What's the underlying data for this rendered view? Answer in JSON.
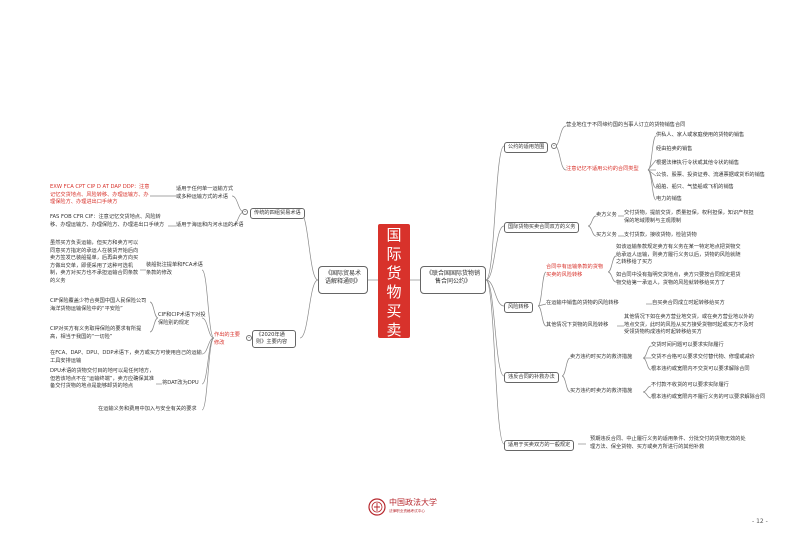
{
  "center": {
    "chars": [
      "国",
      "际",
      "货",
      "物",
      "买",
      "卖"
    ]
  },
  "cisg": {
    "root": "《联合国国际货物销售合同公约》",
    "scope": {
      "label": "公约的适用范围",
      "basis": "营业地位于不同缔约国的当事人订立的货物销售合同",
      "excluded_label": "注意记忆不适用公约的合同类型",
      "excluded": [
        "供私人、家人或家庭使用的货物的销售",
        "经由拍卖的销售",
        "根据法律执行令状或其他令状的销售",
        "公债、股票、投资证券、流通票据或货币的销售",
        "船舶、船只、气垫船或飞机的销售",
        "电力的销售"
      ]
    },
    "obligations": {
      "label": "国际货物买卖合同双方的义务",
      "seller_label": "卖方义务",
      "seller_text": "交付货物，提前交货，质量担保，权利担保，知识产权担保的地域限制与主观限制",
      "buyer_label": "买方义务",
      "buyer_text": "支付货款，接收货物，检验货物"
    },
    "risk": {
      "label": "风险转移",
      "transit_label": "合同中有运输条款的货物买卖的风险转移",
      "transit_1": "如该运输条款规定卖方有义务在某一特定地点把货物交给承运人运输，则卖方履行义务以后，货物的风险就随之转移给了买方",
      "transit_2": "如合同中没有指明交货地点，卖方只要按合同规定把货物交给第一承运人，货物的风险就转移给买方了",
      "in_transit_label": "在运输中销售的货物的风险转移",
      "in_transit_text": "自买卖合同成立时起转移给买方",
      "other_label": "其他情况下货物的风险转移",
      "other_text": "其他情况下如在卖方营业地交货，或在卖方营业地以外的地点交货，此时的风险从买方接受货物时起或买方不及时受领货物构成违约时起转移给买方"
    },
    "remedies": {
      "label": "违反合同的补救办法",
      "seller_breach_label": "卖方违约时买方的救济措施",
      "seller_breach": [
        "交货时间问题可以要求实际履行",
        "交货不合格可以要求交付替代物、修理或减价",
        "根本违约或宽限内不交货可以要求解除合同"
      ],
      "buyer_breach_label": "买方违约时卖方的救济措施",
      "buyer_breach": [
        "不付款不收货的可以要求实际履行",
        "根本违约或宽限内不履行义务的可以要求解除合同"
      ]
    },
    "common": {
      "label": "适用于买卖双方的一般规定",
      "text": "预期违反合同、中止履行义务的适用条件、分批交付的货物无效的处理方法、保全货物、买方或卖方所进行的其他补救"
    }
  },
  "incoterms": {
    "root": "《国际贸易术语解释通则》",
    "groups": {
      "label": "传统的四组贸易术语",
      "any_mode_terms": "EXW FCA CPT CIP D  AT DAP DDP：注意记忆交货地点、风险转移、办理运输方、办理保险方、办理进出口手续方",
      "any_mode_label": "适用于任何单一运输方式或多种运输方式的术语",
      "sea_terms": "FAS FOB CFR CIF：注意记忆交货地点、风险转移、办理运输方、办理保险方、办理进出口手续方",
      "sea_label": "适用于海运和内河水运的术语"
    },
    "edition": {
      "label": "《2020年通则》主要内容",
      "change_label": "作出的主要修改",
      "changes": [
        {
          "label": "装船批注提单和FCA术语条款的修改",
          "text": "虽然买方负责运输，但买方和卖方可以同意买方指定的承运人在装货开始后向卖方签发已装船提单，后再由卖方向买方做出交单，即便采用了这种可选机制，卖方对买方也不承担运输合同条款的义务"
        },
        {
          "label": "CIF和CIP术语下对投保险别的规定",
          "text_1": "CIF保险覆盖少符合英国中国人民保险公司海洋货物运输保险中的“平安险”",
          "text_2": "CIP对买方有义务取得保险的要求有所提高，相当于我国的“一切险”"
        },
        {
          "label": "",
          "text": "在FCA、DAP、DPU、DDP术语下，卖方或买方可使用自己的运输工具安排运输"
        },
        {
          "label": "将DAT改为DPU",
          "text": "DPU术语的货物交付目的地可以是任何地方，但若该地点不在“运输终端”，卖方应确保其准备交付货物的地点是能够卸货的地点"
        },
        {
          "label": "",
          "text": "在运输义务和费用中加入与安全有关的要求"
        }
      ]
    }
  },
  "footer": {
    "logo_text": "中国政法大学",
    "sub_text": "法律职业资格考试中心",
    "page": "- 12 -"
  }
}
